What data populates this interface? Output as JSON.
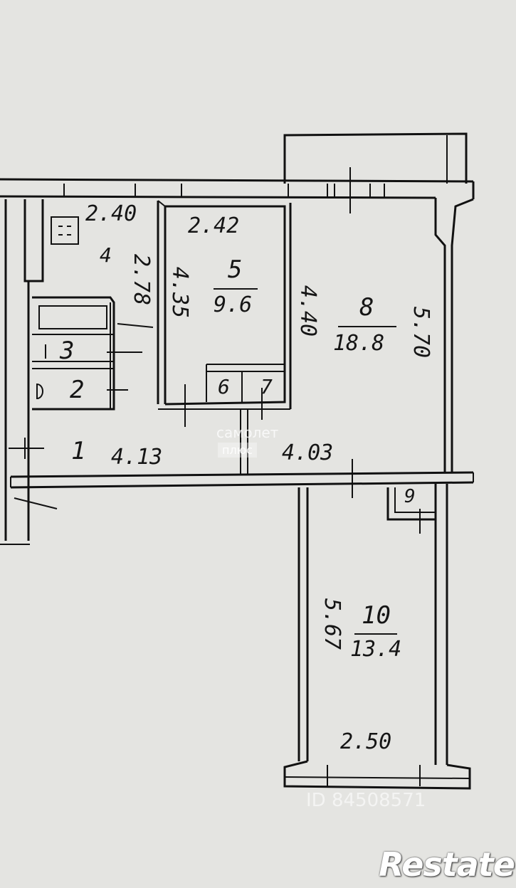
{
  "rooms": [
    {
      "id": "1",
      "number": "1"
    },
    {
      "id": "2",
      "number": "2"
    },
    {
      "id": "3",
      "number": "3"
    },
    {
      "id": "4",
      "number": "4"
    },
    {
      "id": "5",
      "number": "5",
      "area": "9.6"
    },
    {
      "id": "6",
      "number": "6"
    },
    {
      "id": "7",
      "number": "7"
    },
    {
      "id": "8",
      "number": "8",
      "area": "18.8"
    },
    {
      "id": "9",
      "number": "9"
    },
    {
      "id": "10",
      "number": "10",
      "area": "13.4"
    }
  ],
  "dimensions": {
    "kitchen_width": "2.40",
    "kitchen_depth": "2.78",
    "room5_width": "2.42",
    "room5_depth": "4.35",
    "room8_left": "4.40",
    "room8_depth": "5.70",
    "hall_left": "4.13",
    "hall_right": "4.03",
    "room10_depth": "5.67",
    "room10_width": "2.50"
  },
  "watermarks": {
    "center_top": "самолет",
    "center_bottom": "плюс",
    "bottom": "ID 84508571",
    "brand": "Restate"
  }
}
